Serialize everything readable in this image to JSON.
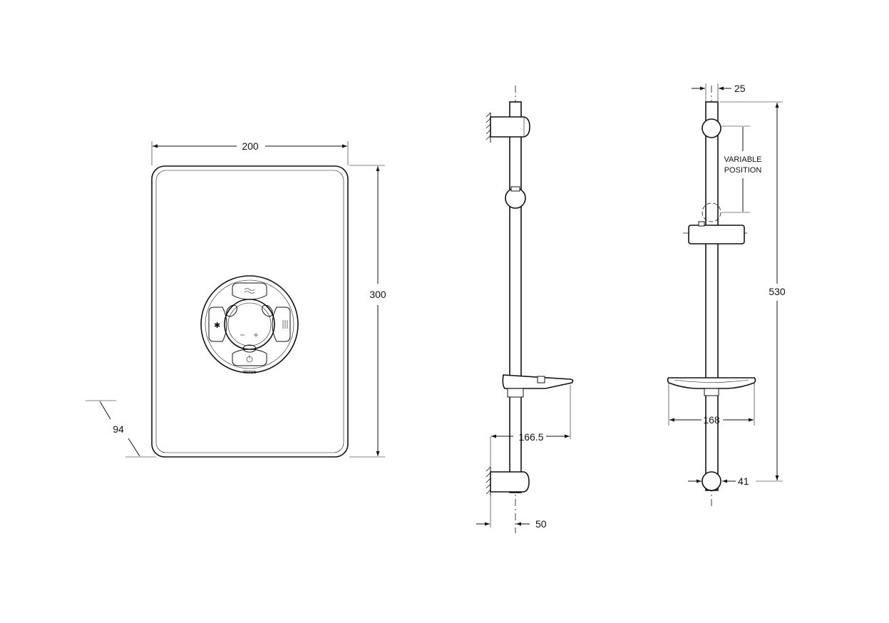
{
  "drawing": {
    "front_view": {
      "width_dim": "200",
      "height_dim": "300",
      "depth_dim": "94",
      "brand_mark": "TRITON"
    },
    "side_view": {
      "tray_projection_dim": "166.5",
      "bracket_depth_dim": "50"
    },
    "rail_view": {
      "rail_diameter_dim": "25",
      "variable_note_line1": "VARIABLE",
      "variable_note_line2": "POSITION",
      "rail_length_dim": "530",
      "tray_width_dim": "168",
      "bracket_dim": "41"
    }
  }
}
